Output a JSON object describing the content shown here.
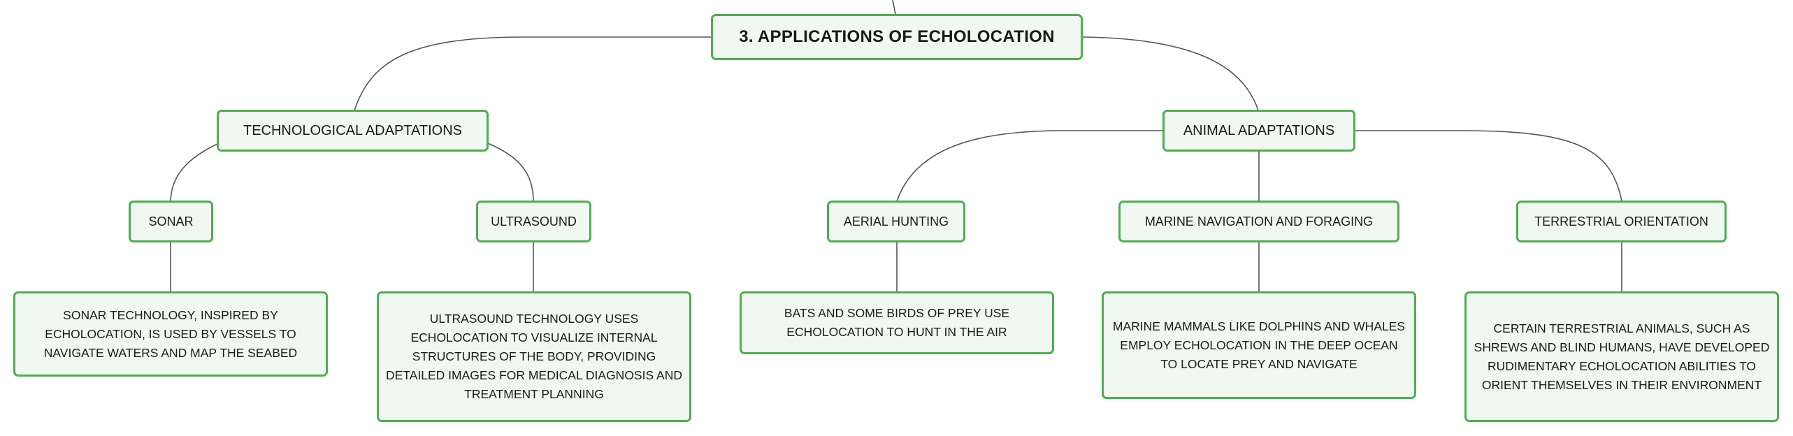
{
  "root": {
    "label": "3. APPLICATIONS OF ECHOLOCATION"
  },
  "branches": {
    "technological": {
      "label": "TECHNOLOGICAL ADAPTATIONS",
      "sonar": {
        "label": "SONAR",
        "detail": "SONAR TECHNOLOGY, INSPIRED BY ECHOLOCATION, IS USED BY VESSELS TO NAVIGATE WATERS AND MAP THE SEABED"
      },
      "ultrasound": {
        "label": "ULTRASOUND",
        "detail": "ULTRASOUND TECHNOLOGY USES ECHOLOCATION TO VISUALIZE INTERNAL STRUCTURES OF THE BODY, PROVIDING DETAILED IMAGES FOR MEDICAL DIAGNOSIS AND TREATMENT PLANNING"
      }
    },
    "animal": {
      "label": "ANIMAL ADAPTATIONS",
      "aerial": {
        "label": "AERIAL HUNTING",
        "detail": "BATS AND SOME BIRDS OF PREY USE ECHOLOCATION TO HUNT IN THE AIR"
      },
      "marine": {
        "label": "MARINE NAVIGATION AND FORAGING",
        "detail": "MARINE MAMMALS LIKE DOLPHINS AND WHALES EMPLOY ECHOLOCATION IN THE DEEP OCEAN TO LOCATE PREY AND NAVIGATE"
      },
      "terrestrial": {
        "label": "TERRESTRIAL ORIENTATION",
        "detail": "CERTAIN TERRESTRIAL ANIMALS, SUCH AS SHREWS AND BLIND HUMANS, HAVE DEVELOPED RUDIMENTARY ECHOLOCATION ABILITIES TO ORIENT THEMSELVES IN THEIR ENVIRONMENT"
      }
    }
  },
  "colors": {
    "node_border": "#4caf50",
    "node_fill": "#f1f8f2",
    "connector": "#555555"
  }
}
